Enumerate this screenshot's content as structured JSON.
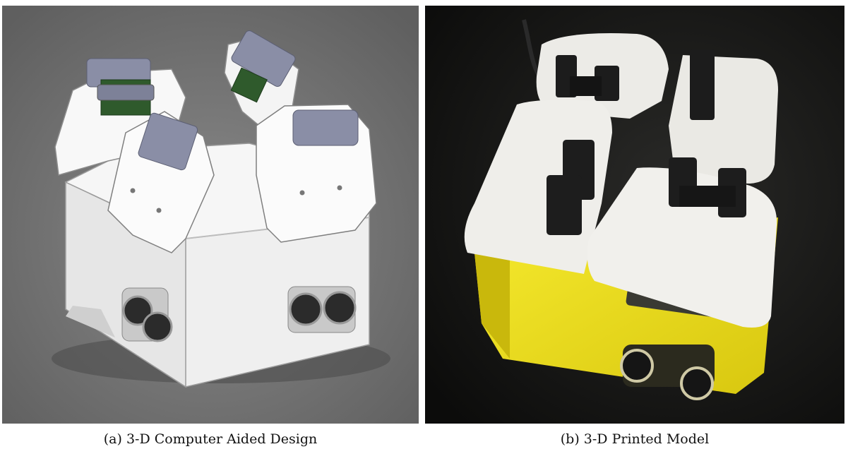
{
  "figure": {
    "panels": [
      {
        "id": "a",
        "caption": "(a) 3-D Computer Aided Design",
        "background": "#6d6d6d",
        "depicts": "CAD rendering"
      },
      {
        "id": "b",
        "caption": "(b) 3-D Printed Model",
        "background": "#121211",
        "depicts": "photograph"
      }
    ],
    "colors": {
      "cad_body": "#f2f2f2",
      "cad_bracket": "#8a8ea6",
      "cad_pcb": "#2f5a2c",
      "print_base": "#f2e21a",
      "print_plate": "#ecebe7",
      "print_mount": "#1c1c1c"
    }
  }
}
